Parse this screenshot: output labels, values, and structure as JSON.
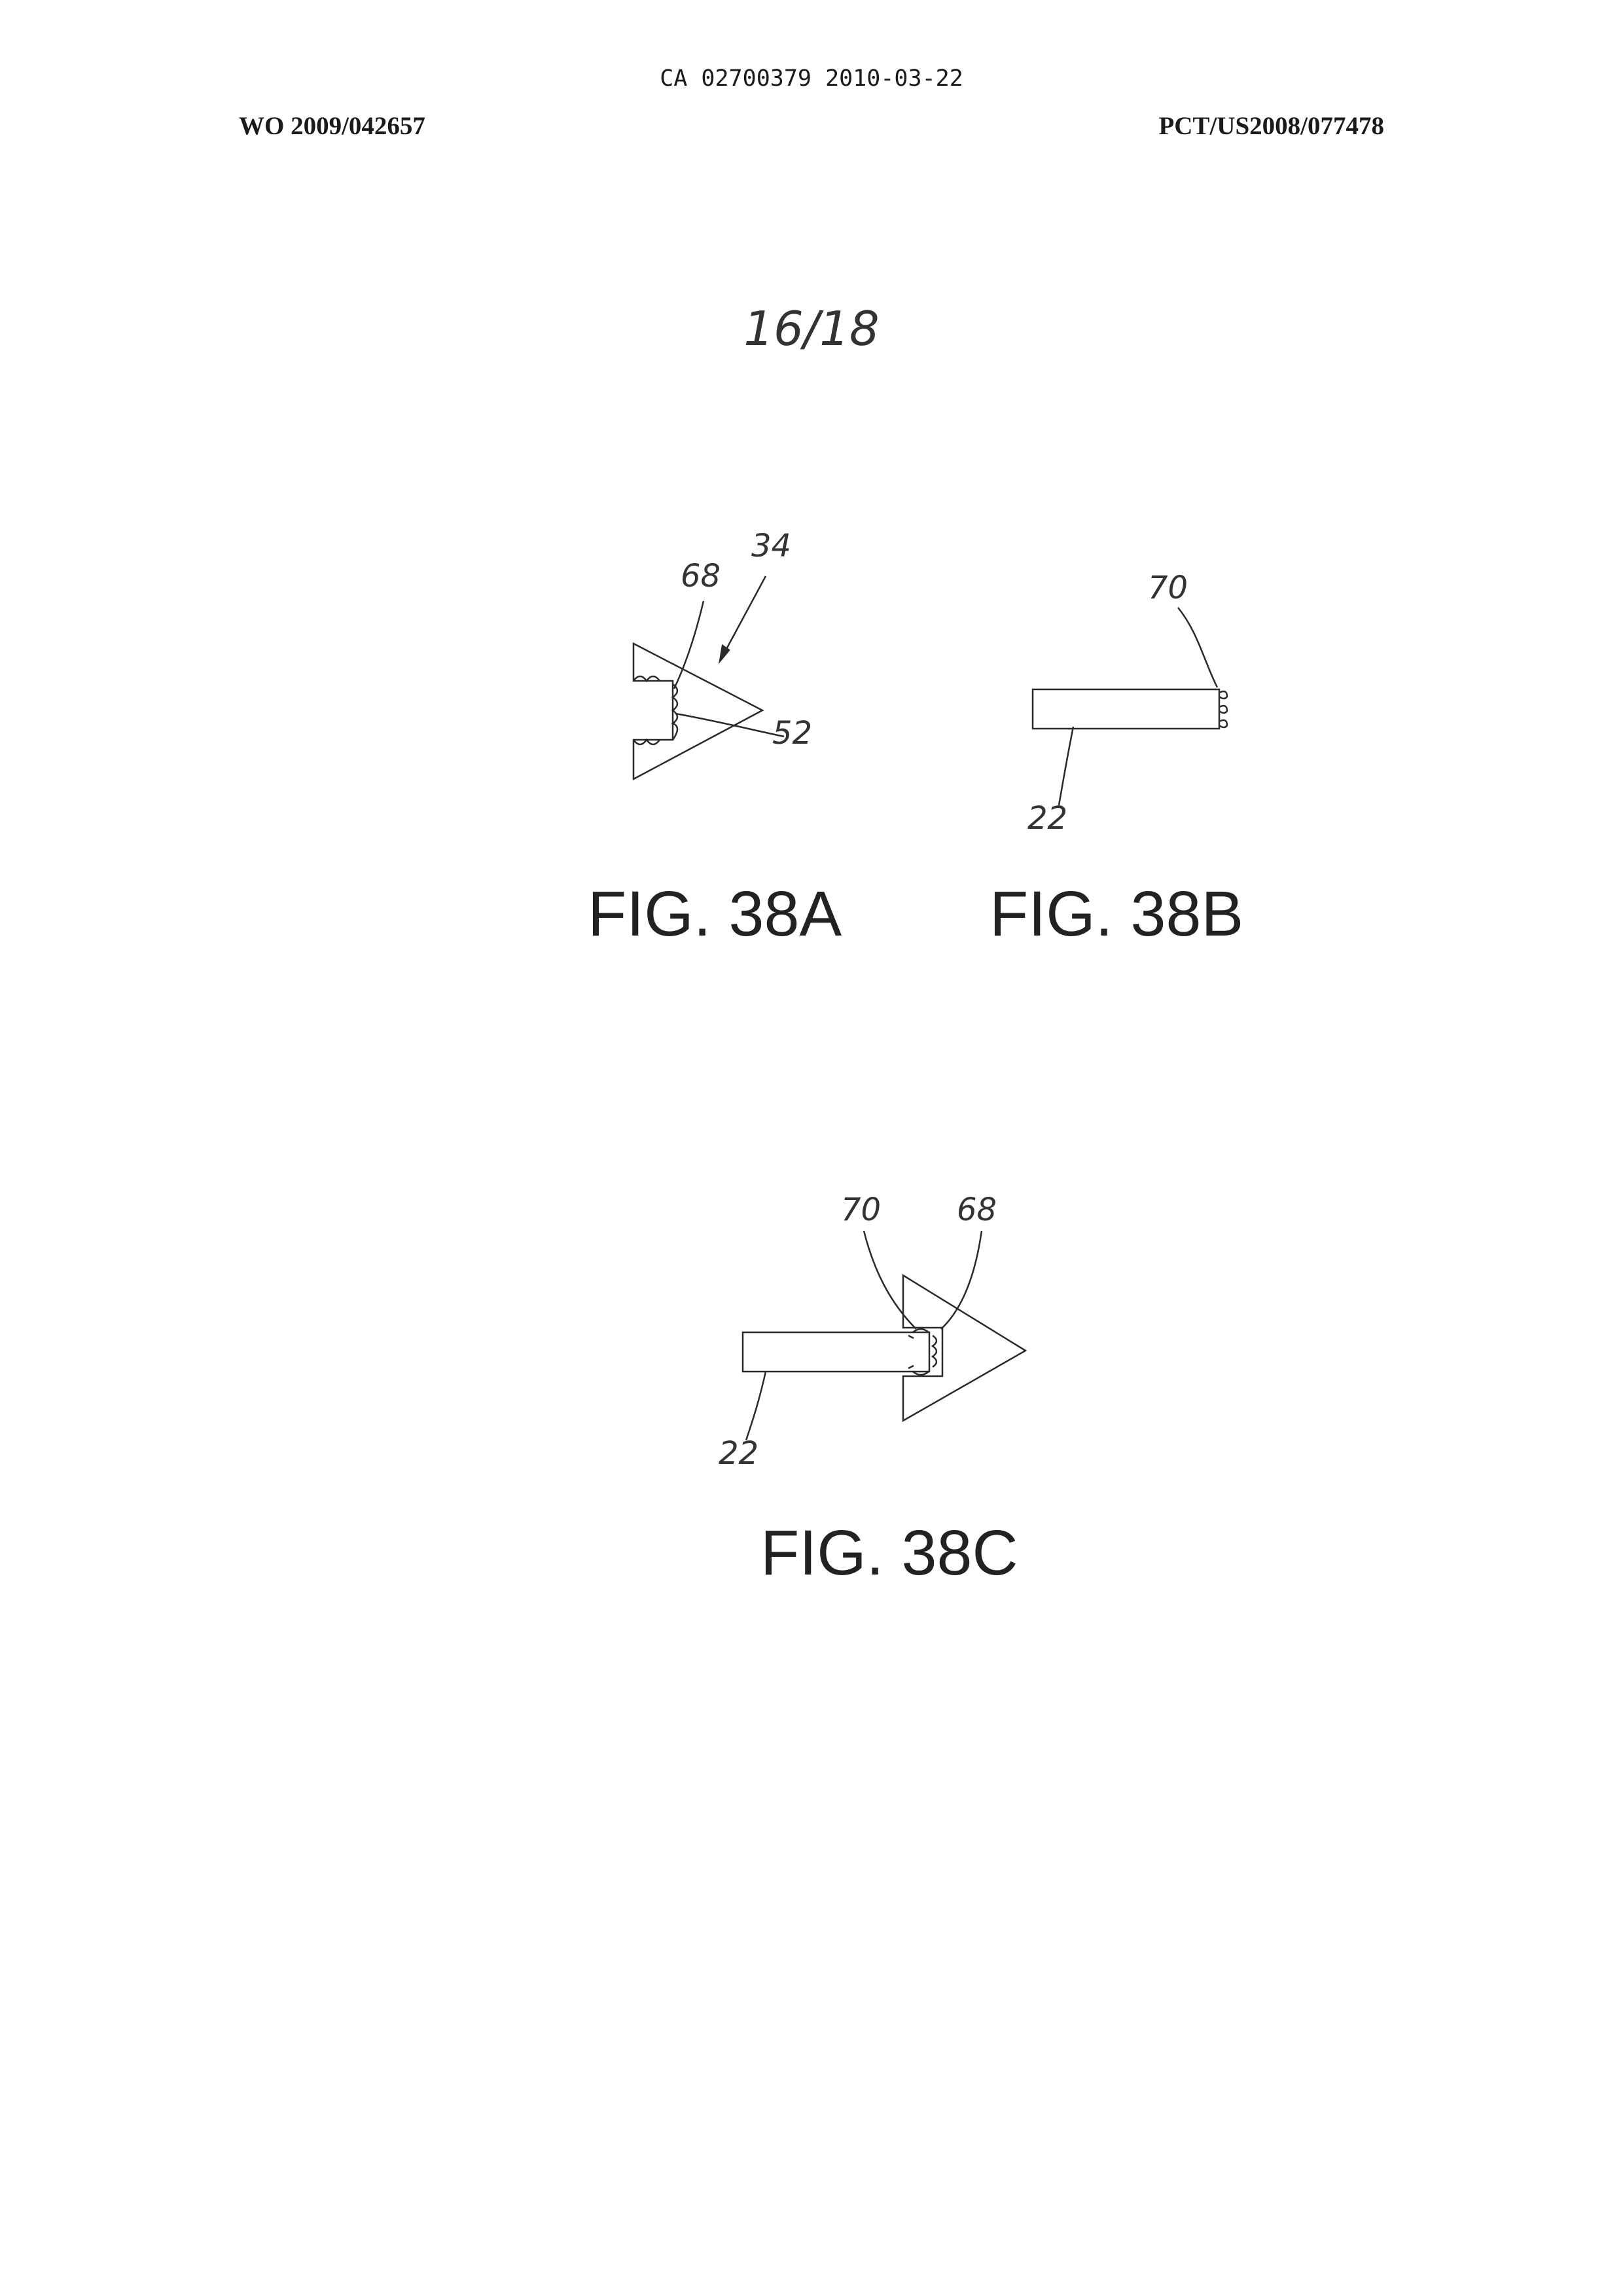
{
  "header": {
    "application_number": "CA 02700379 2010-03-22",
    "publication_number": "WO 2009/042657",
    "pct_number": "PCT/US2008/077478"
  },
  "sheet": {
    "number": "16/18"
  },
  "figures": [
    {
      "label": "FIG. 38A",
      "refs": [
        "34",
        "68",
        "52"
      ]
    },
    {
      "label": "FIG. 38B",
      "refs": [
        "70",
        "22"
      ]
    },
    {
      "label": "FIG. 38C",
      "refs": [
        "70",
        "68",
        "22"
      ]
    }
  ]
}
